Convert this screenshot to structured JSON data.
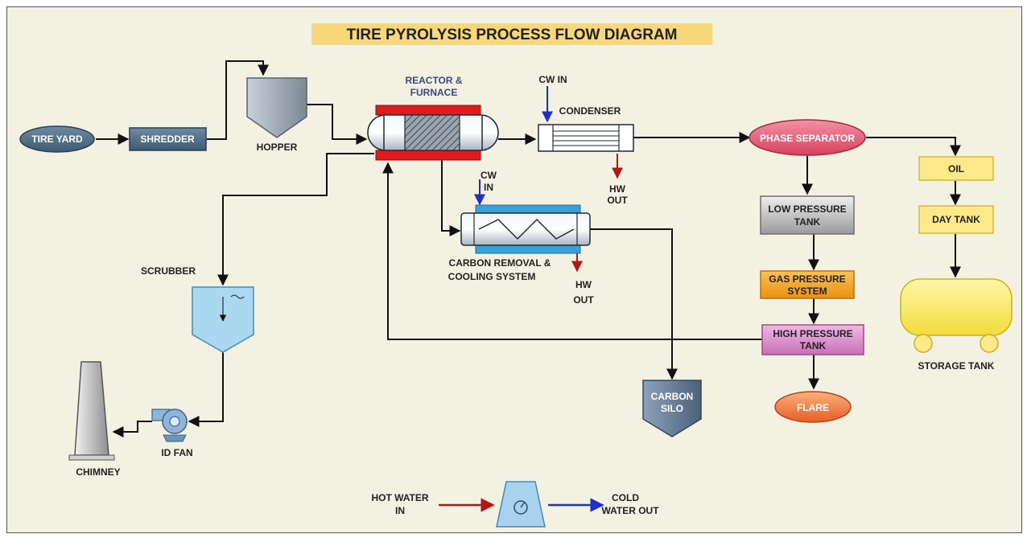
{
  "title": "TIRE PYROLYSIS PROCESS FLOW DIAGRAM",
  "nodes": {
    "tire_yard": "TIRE YARD",
    "shredder": "SHREDDER",
    "hopper": "HOPPER",
    "reactor_line1": "REACTOR &",
    "reactor_line2": "FURNACE",
    "cw_in_top": "CW IN",
    "condenser": "CONDENSER",
    "hw_out_1_line1": "HW",
    "hw_out_1_line2": "OUT",
    "phase_separator": "PHASE SEPARATOR",
    "oil": "OIL",
    "day_tank": "DAY TANK",
    "storage_tank": "STORAGE TANK",
    "low_pressure_line1": "LOW PRESSURE",
    "low_pressure_line2": "TANK",
    "gas_pressure_line1": "GAS PRESSURE",
    "gas_pressure_line2": "SYSTEM",
    "high_pressure_line1": "HIGH PRESSURE",
    "high_pressure_line2": "TANK",
    "flare": "FLARE",
    "cw_in_mid_line1": "CW",
    "cw_in_mid_line2": "IN",
    "carbon_removal_line1": "CARBON REMOVAL &",
    "carbon_removal_line2": "COOLING  SYSTEM",
    "hw_out_2_line1": "HW",
    "hw_out_2_line2": "OUT",
    "carbon_silo_line1": "CARBON",
    "carbon_silo_line2": "SILO",
    "scrubber": "SCRUBBER",
    "id_fan": "ID FAN",
    "chimney": "CHIMNEY"
  },
  "legend": {
    "hot_water_line1": "HOT WATER",
    "hot_water_line2": "IN",
    "cold_water_line1": "COLD",
    "cold_water_line2": "WATER OUT"
  },
  "colors": {
    "background": "#f3f1e2",
    "title_highlight": "#f6d77a",
    "steel_box": "#4d6c87",
    "reactor_band": "#e01b1b",
    "phase_separator": "#e4607a",
    "oil_box": "#fbe98a",
    "gas_pressure": "#f5a623",
    "high_pressure": "#d98ccc",
    "flare": "#f07a3a",
    "storage_tank": "#fdf07a",
    "scrubber": "#a9d8f0",
    "cooling_jacket": "#3aa0d8",
    "cold_water": "#1c2ecc",
    "hot_water": "#b01818"
  },
  "icons": [
    "cooling-tower-icon",
    "id-fan-icon",
    "chimney-icon"
  ]
}
